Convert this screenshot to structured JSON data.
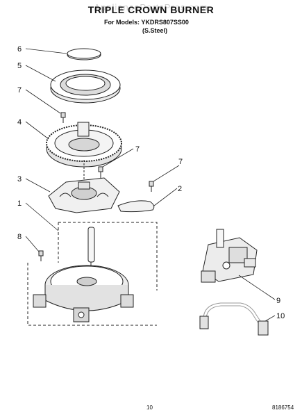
{
  "header": {
    "watermark": "AppliancePartsPros.com",
    "title": "TRIPLE CROWN BURNER",
    "models_line": "For Models: YKDRS807SS00",
    "finish": "(S.Steel)"
  },
  "callouts": {
    "n6": "6",
    "n5": "5",
    "n7a": "7",
    "n4": "4",
    "n7b": "7",
    "n3": "3",
    "n7c": "7",
    "n2": "2",
    "n1": "1",
    "n8": "8",
    "n9": "9",
    "n10": "10"
  },
  "footer": {
    "page": "10",
    "doc_number": "8186754"
  }
}
